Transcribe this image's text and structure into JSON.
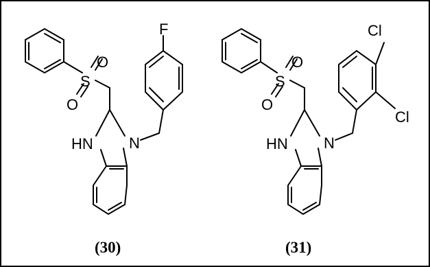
{
  "figure": {
    "border_color": "#000000",
    "background": "#ffffff"
  },
  "compounds": [
    {
      "caption": "(30)",
      "labels": {
        "O_top": "O",
        "S": "S",
        "O_bottom": "O",
        "NH": "HN",
        "N": "N",
        "F": "F"
      }
    },
    {
      "caption": "(31)",
      "labels": {
        "O_top": "O",
        "S": "S",
        "O_bottom": "O",
        "NH": "HN",
        "N": "N",
        "Cl_top": "Cl",
        "Cl_side": "Cl"
      }
    }
  ]
}
